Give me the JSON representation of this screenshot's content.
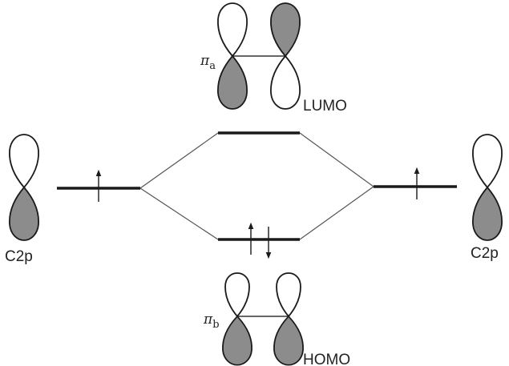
{
  "diagram": {
    "lumo_label": "LUMO",
    "homo_label": "HOMO",
    "left_orbital_label": "C2p",
    "right_orbital_label": "C2p",
    "pi_a_symbol": "π",
    "pi_a_subscript": "a",
    "pi_b_symbol": "π",
    "pi_b_subscript": "b"
  },
  "colors": {
    "shaded_lobe": "#8c8c8c",
    "open_lobe": "#ffffff",
    "line": "#1a1a1a"
  }
}
